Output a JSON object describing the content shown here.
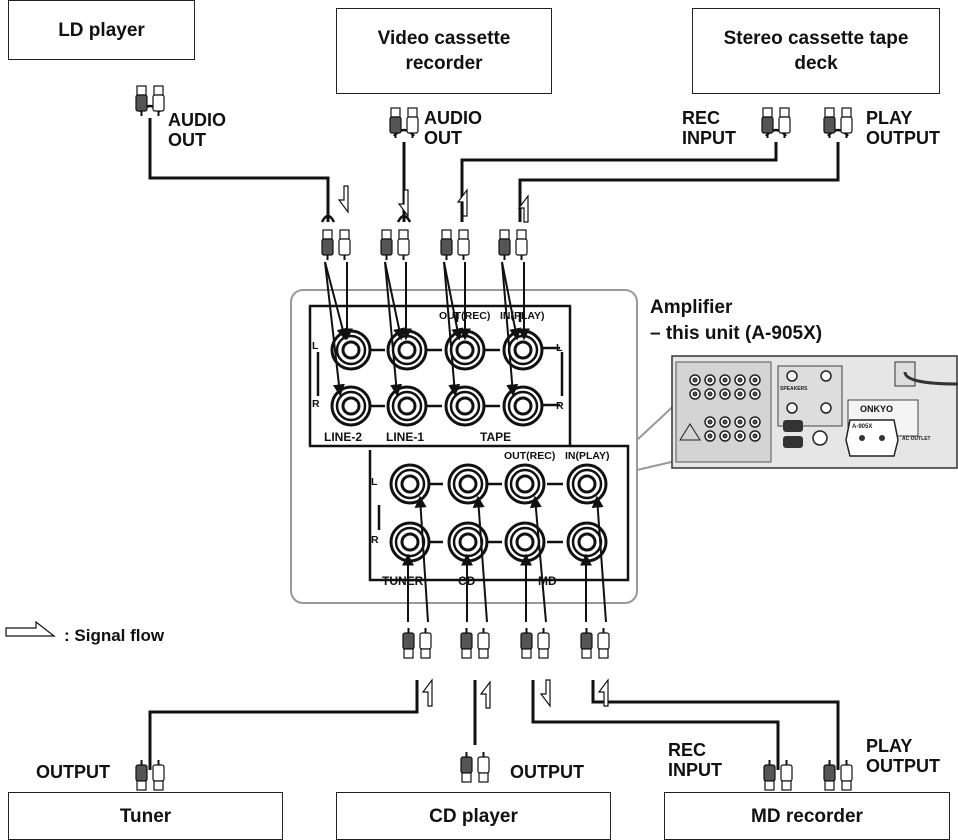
{
  "devices": {
    "ld_player": "LD player",
    "vcr": "Video cassette recorder",
    "tape_deck": "Stereo cassette tape deck",
    "tuner": "Tuner",
    "cd_player": "CD player",
    "md_recorder": "MD recorder"
  },
  "connection_labels": {
    "ld_audio_out": "AUDIO OUT",
    "vcr_audio_out": "AUDIO OUT",
    "tape_rec_input": "REC INPUT",
    "tape_play_output": "PLAY OUTPUT",
    "tuner_output": "OUTPUT",
    "cd_output": "OUTPUT",
    "md_rec_input": "REC INPUT",
    "md_play_output": "PLAY OUTPUT"
  },
  "amplifier": {
    "title": "Amplifier",
    "subtitle": "– this unit (A-905X)",
    "brand": "ONKYO",
    "model": "A-905X",
    "panel_labels": {
      "speakers": "SPEAKERS",
      "ac_outlet": "AC OUTLET"
    }
  },
  "upper_panel": {
    "out_rec": "OUT(REC)",
    "in_play": "IN(PLAY)",
    "line2": "LINE-2",
    "line1": "LINE-1",
    "tape": "TAPE",
    "left": "L",
    "right": "R"
  },
  "lower_panel": {
    "out_rec": "OUT(REC)",
    "in_play": "IN(PLAY)",
    "tuner": "TUNER",
    "cd": "CD",
    "md": "MD",
    "left": "L",
    "right": "R"
  },
  "legend": {
    "signal_flow": ": Signal flow"
  }
}
